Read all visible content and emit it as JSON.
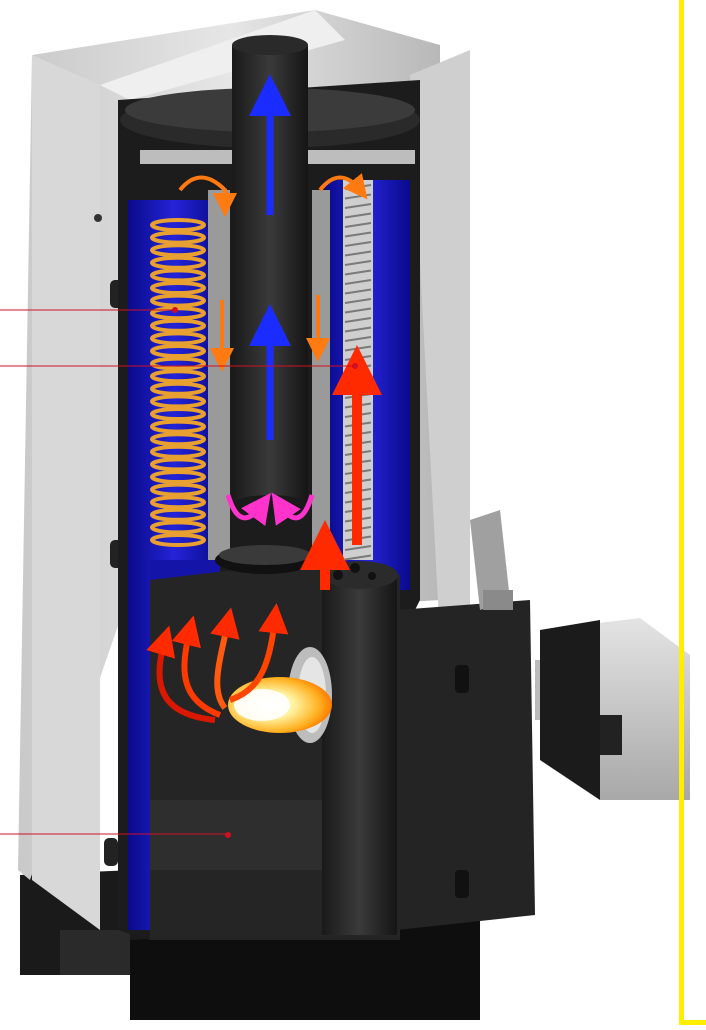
{
  "diagram": {
    "subject": "boiler-cutaway",
    "components": [
      {
        "name": "domestic-hot-water-coil",
        "color": "#e8a030"
      },
      {
        "name": "flue-gas-turbulator-tube",
        "color": "#c8c8c8"
      },
      {
        "name": "water-jacket",
        "color": "#1818c8"
      },
      {
        "name": "combustion-chamber",
        "color": "#222222"
      },
      {
        "name": "burner",
        "color": "#cfcfcf"
      },
      {
        "name": "outer-casing",
        "color": "#d9d9d9"
      },
      {
        "name": "base-frame",
        "color": "#111111"
      }
    ],
    "flow_arrows": [
      {
        "name": "flue-gas-up",
        "color": "#1a2cff"
      },
      {
        "name": "hot-gas-recirculation",
        "color": "#ff7a10"
      },
      {
        "name": "gas-turn",
        "color": "#ff33cc"
      },
      {
        "name": "heat-rise",
        "color": "#ff2a00"
      },
      {
        "name": "flame-paths",
        "color": "#ff4400"
      }
    ],
    "callouts": [
      "coil-callout",
      "tube-callout",
      "chamber-callout"
    ],
    "accent_colors": {
      "callout": "#d01020",
      "frame": "#ffee00"
    }
  }
}
